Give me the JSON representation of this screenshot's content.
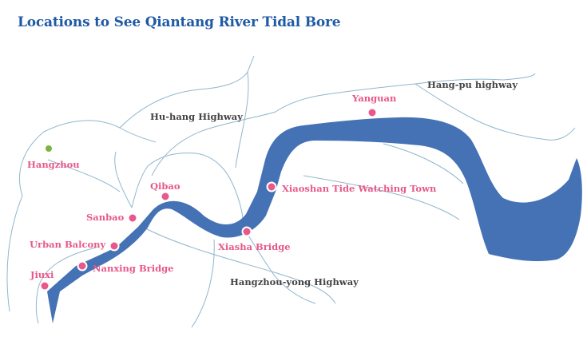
{
  "title": "Locations to See Qiantang River Tidal Bore",
  "colors": {
    "title": "#1f5aa6",
    "river": "#4472b4",
    "road": "#8fb6cd",
    "pin": "#e8588a",
    "pin_label": "#e8588a",
    "highway_label": "#444444",
    "city_pin": "#7cb342"
  },
  "locations": [
    {
      "id": "hangzhou",
      "label": "Hangzhou",
      "kind": "city"
    },
    {
      "id": "yanguan",
      "label": "Yanguan",
      "kind": "viewing-spot"
    },
    {
      "id": "xiaoshan",
      "label": "Xiaoshan Tide Watching Town",
      "kind": "viewing-spot"
    },
    {
      "id": "qibao",
      "label": "Qibao",
      "kind": "viewing-spot"
    },
    {
      "id": "sanbao",
      "label": "Sanbao",
      "kind": "viewing-spot"
    },
    {
      "id": "xiasha",
      "label": "Xiasha Bridge",
      "kind": "viewing-spot"
    },
    {
      "id": "urban-balcony",
      "label": "Urban Balcony",
      "kind": "viewing-spot"
    },
    {
      "id": "nanxing",
      "label": "Nanxing Bridge",
      "kind": "viewing-spot"
    },
    {
      "id": "jiuxi",
      "label": "Jiuxi",
      "kind": "viewing-spot"
    }
  ],
  "highways": [
    {
      "id": "hang-pu",
      "label": "Hang-pu highway"
    },
    {
      "id": "hu-hang",
      "label": "Hu-hang Highway"
    },
    {
      "id": "hangzhou-yong",
      "label": "Hangzhou-yong Highway"
    }
  ]
}
